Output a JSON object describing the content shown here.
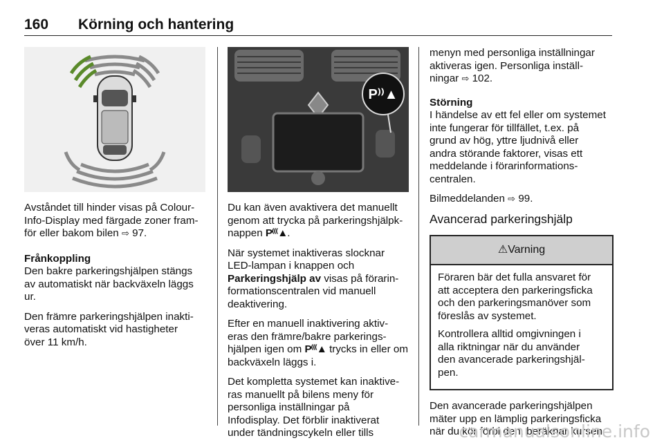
{
  "header": {
    "page_number": "160",
    "title": "Körning och hantering"
  },
  "col1": {
    "p1": [
      "Avståndet till hinder visas på Colour-",
      "Info-Display med färgade zoner fram-",
      "för eller bakom bilen",
      "97."
    ],
    "heading1": "Frånkoppling",
    "p2": [
      "Den bakre parkeringshjälpen stängs",
      "av automatiskt när backväxeln läggs",
      "ur."
    ],
    "p3": [
      "Den främre parkeringshjälpen inakti-",
      "veras automatiskt vid hastigheter",
      "över 11 km/h."
    ]
  },
  "col2": {
    "p1": [
      "Du kan även avaktivera det manuellt",
      "genom att trycka på parkeringshjälpk-",
      "nappen",
      "."
    ],
    "p2": [
      "När systemet inaktiveras slocknar",
      "LED-lampan i knappen och",
      "Parkeringshjälp av",
      "visas på förarin-",
      "formationscentralen vid manuell",
      "deaktivering."
    ],
    "p3": [
      "Efter en manuell inaktivering aktiv-",
      "eras den främre/bakre parkerings-",
      "hjälpen igen om",
      "trycks in eller om",
      "backväxeln läggs i."
    ],
    "p4": [
      "Det kompletta systemet kan inaktive-",
      "ras manuellt på bilens meny för",
      "personliga inställningar på",
      "Infodisplay. Det förblir inaktiverat",
      "under tändningscykeln eller tills"
    ]
  },
  "col3": {
    "p1": [
      "menyn med personliga inställningar",
      "aktiveras igen. Personliga inställ-",
      "ningar",
      "102."
    ],
    "heading1": "Störning",
    "p2": [
      "I händelse av ett fel eller om systemet",
      "inte fungerar för tillfället, t.ex. på",
      "grund av hög, yttre ljudnivå eller",
      "andra störande faktorer, visas ett",
      "meddelande i förarinformations-",
      "centralen."
    ],
    "p3": [
      "Bilmeddelanden",
      "99."
    ],
    "section_title": "Avancerad parkeringshjälp",
    "warning": {
      "title": "Varning",
      "p1": [
        "Föraren bär det fulla ansvaret för",
        "att acceptera den parkeringsficka",
        "och den parkeringsmanöver som",
        "föreslås av systemet."
      ],
      "p2": [
        "Kontrollera alltid omgivningen i",
        "alla riktningar när du använder",
        "den avancerade parkeringshjäl-",
        "pen."
      ]
    },
    "p4": [
      "Den avancerade parkeringshjälpen",
      "mäter upp en lämplig parkeringsficka",
      "när du kör förbi den, beräknar kursen"
    ]
  },
  "watermark": "carmanualsonline.info",
  "symbols": {
    "ref_arrow": "⇨",
    "warning_icon": "⚠",
    "park_button": "P⁽⁽⁽▲"
  },
  "colors": {
    "zone_green": "#5a8a2a",
    "zone_gray": "#8a8a8a",
    "warning_header": "#cfcfcf"
  }
}
